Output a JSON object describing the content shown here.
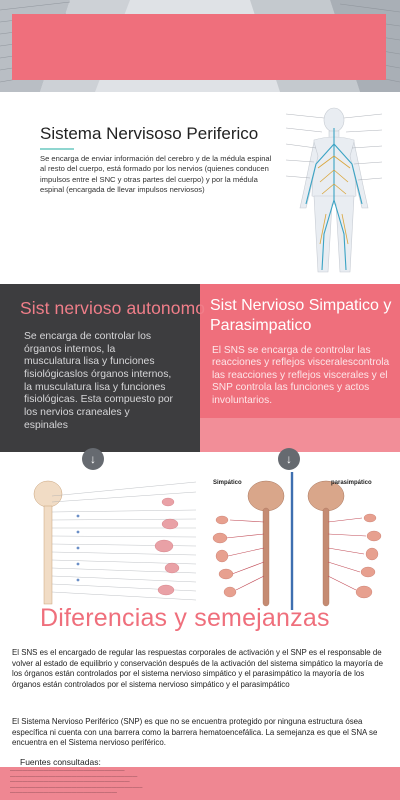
{
  "hero": {
    "accent_color": "#ef6f7c"
  },
  "intro": {
    "title": "Sistema Nervisoso Periferico",
    "text": "Se encarga de enviar información del cerebro y de la médula espinal al resto del cuerpo, está formado por los nervios (quienes conducen impulsos entre el SNC y otras partes del cuerpo) y por la médula espinal (encargada de llevar impulsos nerviosos)"
  },
  "panel_left": {
    "title": "Sist nervioso autonomo",
    "text": "Se encarga de controlar los órganos internos, la musculatura lisa y funciones fisiológicaslos órganos internos, la musculatura lisa y funciones fisiológicas. Esta compuesto por los nervios craneales y espinales",
    "bg_color": "#3d3d3f"
  },
  "panel_right": {
    "title": "Sist Nervioso Simpatico y Parasimpatico",
    "text": "El SNS se encarga de controlar las reacciones y reflejos visceralescontrola las reacciones y reflejos viscerales y el SNP controla las funciones y actos involuntarios.",
    "bg_color": "#ef6f7c"
  },
  "diagrams": {
    "label_simpatico": "Simpático",
    "label_parasimpatico": "parasimpático",
    "scroll_icon": "arrow-down-icon"
  },
  "differences": {
    "title": "Diferencias y semejanzas",
    "paragraph1": "El SNS es el  encargado de regular las respuestas corporales de activación y el SNP es el responsable de volver al estado de equilibrio y conservación después de la activación del sistema simpático  la mayoría de los órganos están controlados por el sistema nervioso simpático y el parasimpático la mayoría de los órganos están controlados por el sistema nervioso simpático y el parasimpático",
    "paragraph2": "El Sistema Nervioso Periférico (SNP) es que no se encuentra protegido por ninguna estructura ósea específica ni cuenta con una barrera como la barrera hematoencefálica. La semejanza es que el SNA se encuentra en el Sistema nervioso periférico."
  },
  "sources": {
    "title": "Fuentes consultadas:",
    "band_color": "#ef8792"
  }
}
